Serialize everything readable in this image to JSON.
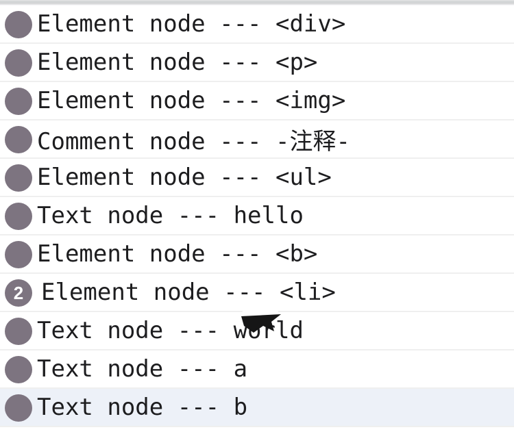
{
  "panel": {
    "name": "devtools-console",
    "colors": {
      "text": "#1d1d1f",
      "separator": "#efefef",
      "selected_row_bg": "#edf1f8",
      "badge_bg": "#7d7480",
      "badge_text": "#ffffff",
      "panel_bg": "#ffffff"
    }
  },
  "console": {
    "rows": [
      {
        "text": "Element node --- <div>"
      },
      {
        "text": "Element node --- <p>"
      },
      {
        "text": "Element node --- <img>"
      },
      {
        "text": "Comment node --- -注释-"
      },
      {
        "text": "Element node --- <ul>"
      },
      {
        "text": "Text node --- hello"
      },
      {
        "text": "Element node --- <b>"
      },
      {
        "text": "Element node --- <li>",
        "repeat_count": "2"
      },
      {
        "text": "Text node --- world",
        "cursor_over": true
      },
      {
        "text": "Text node --- a"
      },
      {
        "text": "Text node --- b",
        "selected": true
      }
    ]
  }
}
